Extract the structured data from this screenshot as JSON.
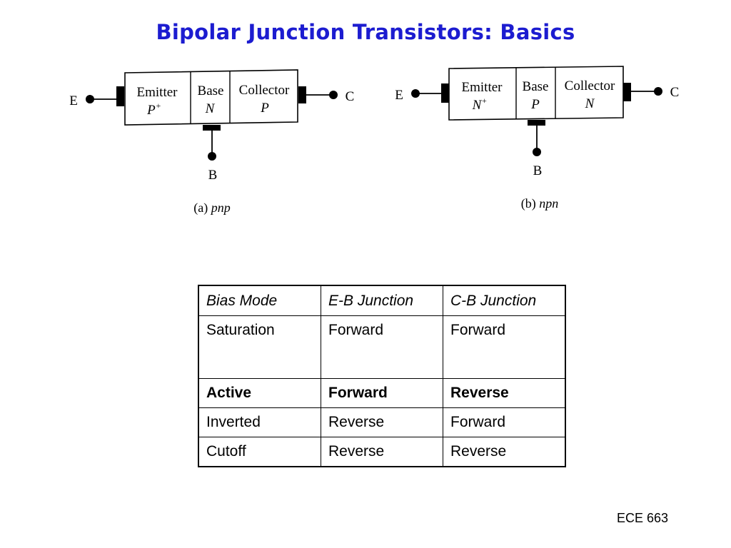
{
  "title": "Bipolar Junction Transistors: Basics",
  "diagram_pnp": {
    "regions": [
      {
        "name": "Emitter",
        "type": "P",
        "sup": "+"
      },
      {
        "name": "Base",
        "type": "N",
        "sup": ""
      },
      {
        "name": "Collector",
        "type": "P",
        "sup": ""
      }
    ],
    "terminal_e": "E",
    "terminal_c": "C",
    "terminal_b": "B",
    "caption_prefix": "(a) ",
    "caption_type": "pnp"
  },
  "diagram_npn": {
    "regions": [
      {
        "name": "Emitter",
        "type": "N",
        "sup": "+"
      },
      {
        "name": "Base",
        "type": "P",
        "sup": ""
      },
      {
        "name": "Collector",
        "type": "N",
        "sup": ""
      }
    ],
    "terminal_e": "E",
    "terminal_c": "C",
    "terminal_b": "B",
    "caption_prefix": "(b) ",
    "caption_type": "npn"
  },
  "table": {
    "headers": [
      "Bias Mode",
      "E-B Junction",
      "C-B Junction"
    ],
    "rows": [
      [
        "Saturation",
        "Forward",
        "Forward"
      ],
      [
        "Active",
        "Forward",
        "Reverse"
      ],
      [
        "Inverted",
        "Reverse",
        "Forward"
      ],
      [
        "Cutoff",
        "Reverse",
        "Reverse"
      ]
    ]
  },
  "footer": "ECE 663"
}
